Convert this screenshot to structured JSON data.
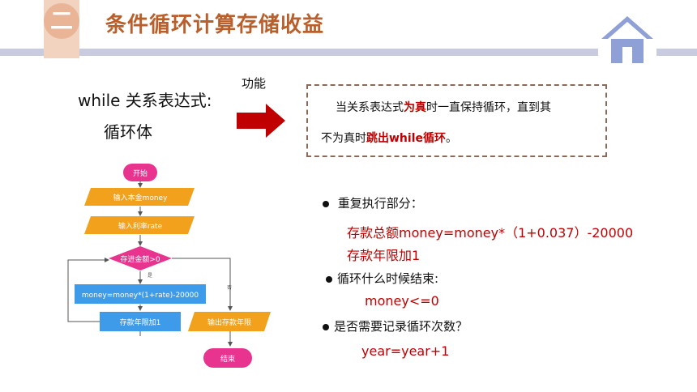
{
  "header": {
    "badge": "二",
    "title": "条件循环计算存储收益",
    "home_icon": "home-icon"
  },
  "syntax": {
    "expression": "while 关系表达式:",
    "body": "循环体",
    "function_label": "功能"
  },
  "description": {
    "line1_before": "当关系表达式",
    "line1_red": "为真",
    "line1_after": "时一直保持循环，直到其",
    "line2_before": "不为真时",
    "line2_red": "跳出while循环",
    "line2_after": "。"
  },
  "flowchart": {
    "start": "开始",
    "input_money": "输入本金money",
    "input_rate": "输入利率rate",
    "condition": "存进金额>0",
    "yes": "是",
    "no": "否",
    "update": "money=money*(1+rate)-20000",
    "count": "存款年限加1",
    "output": "输出存款年限",
    "end": "结束"
  },
  "notes": {
    "item1": "重复执行部分：",
    "item1_line1": "存款总额money=money*（1+0.037）-20000",
    "item1_line2": "存款年限加1",
    "item2": "循环什么时候结束:",
    "item2_line": "money<=0",
    "item3": "是否需要记录循环次数？",
    "item3_line": "year=year+1"
  },
  "colors": {
    "accent_orange": "#b85f2c",
    "flow_orange": "#f2a11c",
    "flow_blue": "#3d9be9",
    "flow_pink": "#e8338f",
    "red": "#c00000"
  }
}
